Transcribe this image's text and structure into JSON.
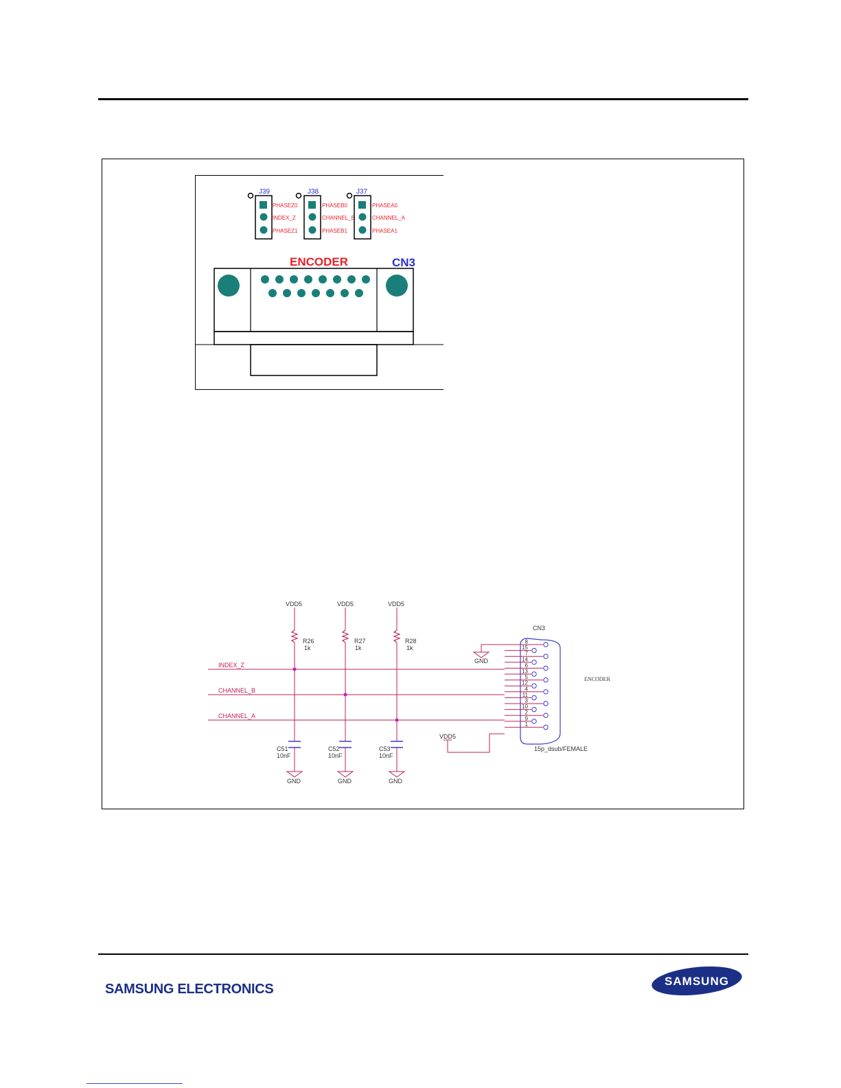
{
  "board": {
    "jumpers": [
      {
        "id": "J39",
        "pins": [
          "PHASEZ0",
          "INDEX_Z",
          "PHASEZ1"
        ]
      },
      {
        "id": "J38",
        "pins": [
          "PHASEB0",
          "CHANNEL_B",
          "PHASEB1"
        ]
      },
      {
        "id": "J37",
        "pins": [
          "PHASEA0",
          "CHANNEL_A",
          "PHASEA1"
        ]
      }
    ],
    "connector_label": "ENCODER",
    "connector_ref": "CN3"
  },
  "schematic": {
    "supply_labels": [
      "VDD5",
      "VDD5",
      "VDD5"
    ],
    "resistors": [
      {
        "ref": "R26",
        "value": "1k"
      },
      {
        "ref": "R27",
        "value": "1k"
      },
      {
        "ref": "R28",
        "value": "1k"
      }
    ],
    "nets": [
      "INDEX_Z",
      "CHANNEL_B",
      "CHANNEL_A"
    ],
    "capacitors": [
      {
        "ref": "C51",
        "value": "10nF"
      },
      {
        "ref": "C52",
        "value": "10nF"
      },
      {
        "ref": "C53",
        "value": "10nF"
      }
    ],
    "ground_label": "GND",
    "vdd_label": "VDD5",
    "connector": {
      "ref": "CN3",
      "name": "ENCODER",
      "part": "15p_dsub/FEMALE",
      "pins": [
        "8",
        "15",
        "7",
        "14",
        "6",
        "13",
        "5",
        "12",
        "4",
        "11",
        "3",
        "10",
        "2",
        "9",
        "1"
      ]
    }
  },
  "footer": {
    "company": "SAMSUNG ELECTRONICS",
    "logo_text": "SAMSUNG"
  },
  "colors": {
    "teal": "#1a7f78",
    "red_label": "#e8212b",
    "blue_label": "#2a2fd0",
    "wire_red": "#c0205a",
    "wire_blue": "#3b3bd0",
    "brand_blue": "#1c2f87"
  }
}
